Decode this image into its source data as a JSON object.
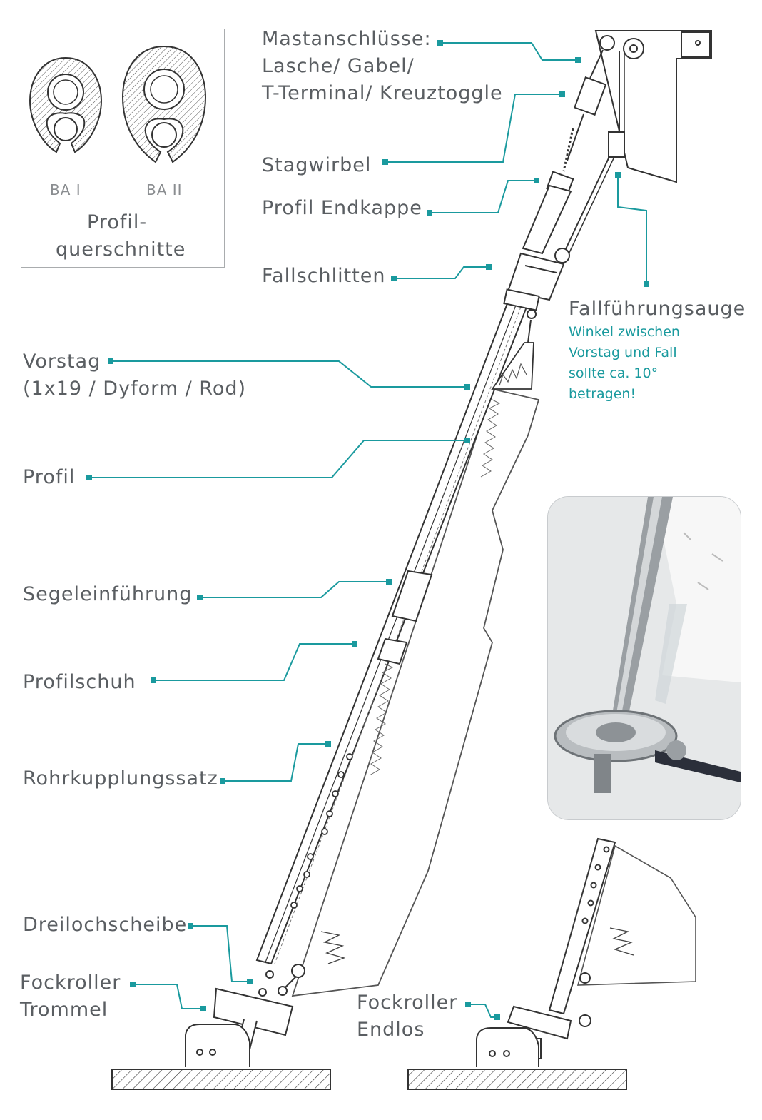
{
  "inset": {
    "labels": [
      "BA I",
      "BA II"
    ],
    "caption": [
      "Profil-",
      "querschnitte"
    ]
  },
  "labels": {
    "mast": [
      "Mastanschlüsse:",
      "Lasche/ Gabel/",
      "T-Terminal/ Kreuztoggle"
    ],
    "stagwirbel": "Stagwirbel",
    "endkappe": "Profil Endkappe",
    "fallschlitten": "Fallschlitten",
    "fallfuehrung": "Fallführungsauge",
    "note": [
      "Winkel zwischen",
      "Vorstag und Fall",
      "sollte ca. 10°",
      "betragen!"
    ],
    "vorstag": [
      "Vorstag",
      "(1x19 / Dyform / Rod)"
    ],
    "profil": "Profil",
    "segel": "Segeleinführung",
    "profilschuh": "Profilschuh",
    "rohr": "Rohrkupplungssatz",
    "dreiloch": "Dreilochscheibe",
    "trommel": [
      "Fockroller",
      "Trommel"
    ],
    "endlos": [
      "Fockroller",
      "Endlos"
    ]
  },
  "colors": {
    "accent": "#1a9a9e",
    "line": "#3a3d40",
    "text": "#5a5e62"
  }
}
